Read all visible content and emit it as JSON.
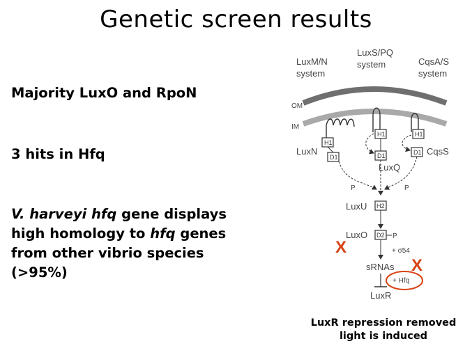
{
  "title": "Genetic screen results",
  "bullets": {
    "b1": "Majority LuxO and RpoN",
    "b2": "3 hits in Hfq",
    "b3_parts": {
      "p1": "V. harveyi hfq",
      "p2": " gene displays high homology to ",
      "p3": "hfq",
      "p4": " genes from other vibrio species (>95%)"
    }
  },
  "diagram": {
    "systems": [
      "LuxM/N system",
      "LuxS/PQ system",
      "CqsA/S system"
    ],
    "om": "OM",
    "im": "IM",
    "receptors": [
      "LuxN",
      "LuxQ",
      "CqsS"
    ],
    "h1": "H1",
    "d1": "D1",
    "h2": "H2",
    "d2": "D2",
    "p": "P",
    "luxu": "LuxU",
    "luxo": "LuxO",
    "sigma": "+ σ54",
    "srnas": "sRNAs",
    "hfq": "+ Hfq",
    "luxr": "LuxR",
    "x_mark": "X"
  },
  "caption": {
    "line1": "LuxR repression removed",
    "line2": "light is induced"
  },
  "colors": {
    "accent_red": "#d84315",
    "membrane_dark": "#6f6f6f",
    "membrane_light": "#a9a9a9"
  }
}
